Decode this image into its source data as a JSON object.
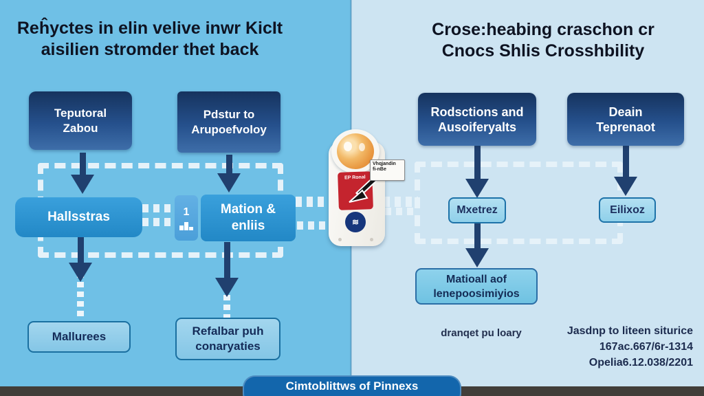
{
  "left_panel": {
    "title": {
      "line1": "Reĥyctes in elin velive inwr KicIt",
      "line2": "aisilien stromder thet back"
    },
    "box_top_1": {
      "line1": "Teputoral",
      "line2": "Zabou"
    },
    "box_top_2": {
      "line1": "Pdstur to",
      "line2": "Arupoefvoloy"
    },
    "box_mid_1": {
      "label": "Hallsstras"
    },
    "badge": {
      "number": "1"
    },
    "box_mid_2": {
      "line1": "Mation &",
      "line2": "enliis"
    },
    "box_bottom_1": {
      "label": "Mallurees"
    },
    "box_bottom_2": {
      "line1": "Refalbar puh",
      "line2": "conaryaties"
    }
  },
  "right_panel": {
    "title": {
      "line1": "Crose:heabing craschon cr",
      "line2": "Cnocs Shlis Crosshbility"
    },
    "box_top_1": {
      "line1": "Rodsctions and",
      "line2": "Ausoiferyalts"
    },
    "box_top_2": {
      "line1": "Deain",
      "line2": "Teprenaot"
    },
    "box_mid_1": {
      "label": "Mxetrez"
    },
    "box_mid_2": {
      "label": "Eilixoz"
    },
    "box_result": {
      "line1": "Matioall aof",
      "line2": "lenepoosimiyios"
    },
    "caption": "dranqet pu loary",
    "footnote": {
      "line1": "Jasdnp to liteen siturice",
      "line2": "167ac.667/6r-1314",
      "line3": "Opelia6.12.038/2201"
    }
  },
  "device": {
    "label_scribble": "EP Ronal",
    "brand_glyph": "≋",
    "callout": {
      "line1": "Vhqjandin",
      "line2": "fi-nBe"
    }
  },
  "footer": {
    "label": "Cimtoblittws of Pinnexs"
  },
  "colors": {
    "left_background": "#6fc0e6",
    "right_background": "#cde4f2",
    "navy_box": "#16335e",
    "mid_blue_box": "#2b96d4",
    "light_box_border": "#1a6fa0",
    "arrow": "#20406f",
    "footer_bar": "#1366ac",
    "bottom_strip": "#413e39",
    "device_red": "#c4242e",
    "device_orb_orange": "#e8963f"
  }
}
